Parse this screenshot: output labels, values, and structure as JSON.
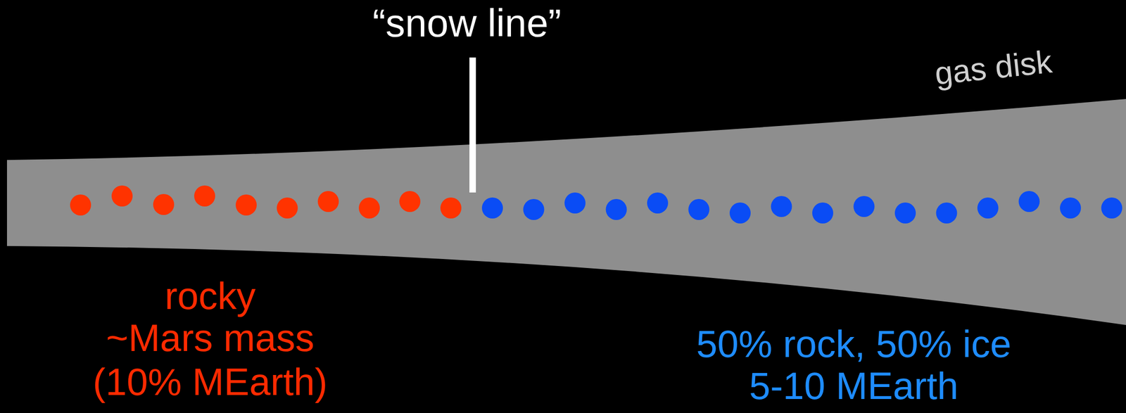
{
  "diagram": {
    "labels": [
      "“snow line”",
      "gas disk",
      "rocky",
      "~Mars mass",
      "(10% MEarth)",
      "50% rock, 50% ice",
      "5-10 MEarth"
    ]
  }
}
